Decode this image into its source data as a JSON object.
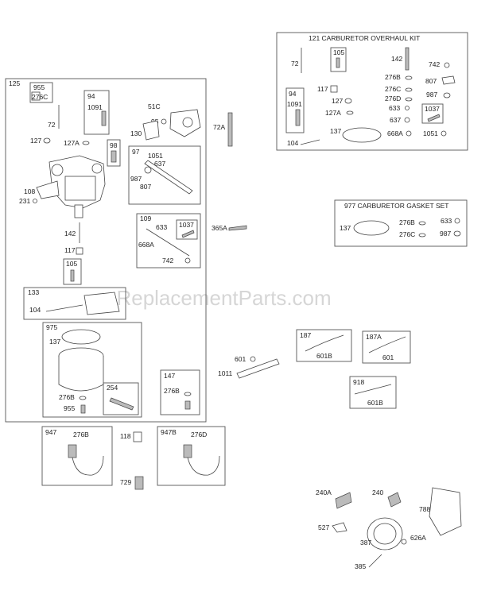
{
  "watermark": "eReplacementParts.com",
  "kits": {
    "overhaul": {
      "title": "121 CARBURETOR OVERHAUL KIT"
    },
    "gasket": {
      "title": "977 CARBURETOR GASKET SET"
    }
  },
  "labels": {
    "b125": "125",
    "b955": "955",
    "b276c_a": "276C",
    "b94": "94",
    "b1091": "1091",
    "b98": "98",
    "b97": "97",
    "b1051": "1051",
    "b637": "637",
    "b987": "987",
    "b807": "807",
    "b109": "109",
    "b633": "633",
    "b1037": "1037",
    "b668a": "668A",
    "b742": "742",
    "b105": "105",
    "b133": "133",
    "b104": "104",
    "b975": "975",
    "b137": "137",
    "b254": "254",
    "b276b_a": "276B",
    "b955b": "955",
    "b147": "147",
    "b276b_b": "276B",
    "l72": "72",
    "l127": "127",
    "l127a": "127A",
    "l51c": "51C",
    "l95": "95",
    "l130": "130",
    "l72a": "72A",
    "l108": "108",
    "l231": "231",
    "l142": "142",
    "l117": "117",
    "l365a": "365A",
    "k72": "72",
    "k105": "105",
    "k142": "142",
    "k742": "742",
    "k94": "94",
    "k1091": "1091",
    "k117": "117",
    "k276b": "276B",
    "k807": "807",
    "k127": "127",
    "k276c": "276C",
    "k987": "987",
    "k127a": "127A",
    "k276d": "276D",
    "k633": "633",
    "k1037": "1037",
    "k637": "637",
    "k137": "137",
    "k668a": "668A",
    "k1051": "1051",
    "k104": "104",
    "g137": "137",
    "g276b": "276B",
    "g633": "633",
    "g276c": "276C",
    "g987": "987",
    "b187": "187",
    "b601b_a": "601B",
    "b187a": "187A",
    "b601_a": "601",
    "l601": "601",
    "l1011": "1011",
    "b918": "918",
    "b601b_b": "601B",
    "b947": "947",
    "b276b_c": "276B",
    "l118": "118",
    "b947b": "947B",
    "b276d": "276D",
    "l729": "729",
    "l240a": "240A",
    "l240": "240",
    "l788": "788",
    "l527": "527",
    "l387": "387",
    "l626a": "626A",
    "l385": "385"
  }
}
